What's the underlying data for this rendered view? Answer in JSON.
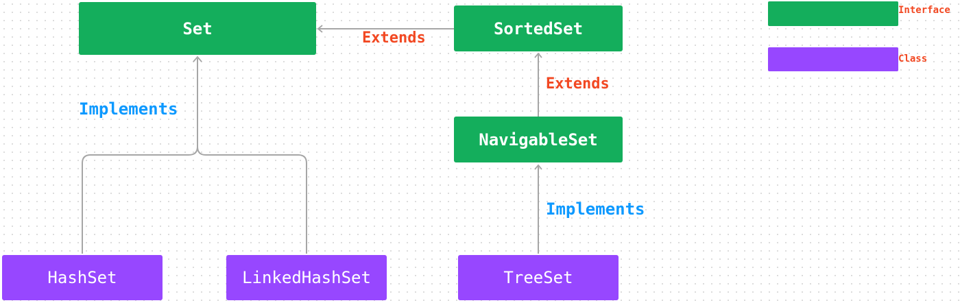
{
  "colors": {
    "interface": "#14ae5c",
    "class": "#9747ff",
    "extends_label": "#f24822",
    "implements_label": "#0d99ff",
    "edge": "#a6a6a6"
  },
  "nodes": {
    "set": "Set",
    "sorted_set": "SortedSet",
    "navigable_set": "NavigableSet",
    "hash_set": "HashSet",
    "linked_hash_set": "LinkedHashSet",
    "tree_set": "TreeSet"
  },
  "edge_labels": {
    "sortedset_extends_set": "Extends",
    "navigableset_extends_sortedset": "Extends",
    "hashsets_implement_set": "Implements",
    "treeset_implements_navigableset": "Implements"
  },
  "legend": {
    "interface": "Interface",
    "class": "Class"
  }
}
